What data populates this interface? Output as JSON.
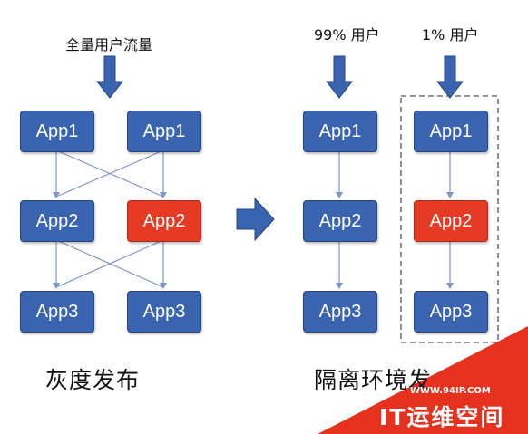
{
  "left": {
    "source_label": "全量用户流量",
    "row1": [
      "App1",
      "App1"
    ],
    "row2": [
      "App2",
      "App2"
    ],
    "row3": [
      "App3",
      "App3"
    ],
    "caption": "灰度发布"
  },
  "right": {
    "main_label": "99% 用户",
    "canary_label": "1% 用户",
    "main_column": [
      "App1",
      "App2",
      "App3"
    ],
    "canary_column": [
      "App1",
      "App2",
      "App3"
    ],
    "caption": "隔离环境发"
  },
  "watermark": {
    "url": "WWW.94IP.COM",
    "name": "IT运维空间"
  },
  "colors": {
    "app_box": "#3a64b0",
    "app_box_highlight": "#e53a24",
    "arrow": "#3a64b0",
    "connector": "#7d97c8",
    "watermark_band": "#e5311d"
  }
}
